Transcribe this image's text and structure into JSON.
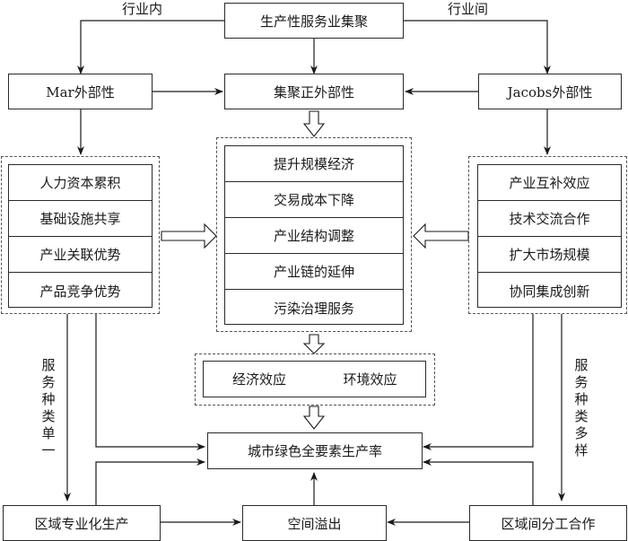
{
  "diagram": {
    "top": {
      "cluster": "生产性服务业集聚",
      "intra_label": "行业内",
      "inter_label": "行业间"
    },
    "externalities": {
      "mar": "Mar外部性",
      "positive": "集聚正外部性",
      "jacobs": "Jacobs外部性"
    },
    "mar_effects": [
      "人力资本累积",
      "基础设施共享",
      "产业关联优势",
      "产品竞争优势"
    ],
    "positive_effects": [
      "提升规模经济",
      "交易成本下降",
      "产业结构调整",
      "产业链的延伸",
      "污染治理服务"
    ],
    "jacobs_effects": [
      "产业互补效应",
      "技术交流合作",
      "扩大市场规模",
      "协同集成创新"
    ],
    "outcomes": {
      "economic": "经济效应",
      "environmental": "环境效应"
    },
    "target": "城市绿色全要素生产率",
    "side_labels": {
      "left": "服务种类单一",
      "right": "服务种类多样"
    },
    "bottom": {
      "specialization": "区域专业化生产",
      "spillover": "空间溢出",
      "cooperation": "区域间分工合作"
    },
    "colors": {
      "line": "#1a1a1a",
      "dash": "#555555",
      "background": "#ffffff"
    }
  }
}
